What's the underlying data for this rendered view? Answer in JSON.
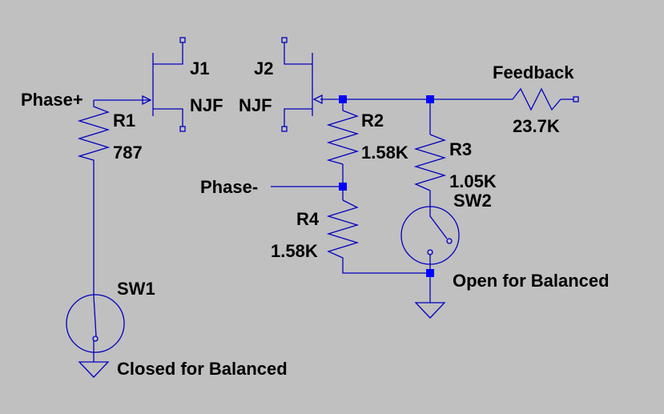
{
  "colors": {
    "background": "#c0c0c0",
    "wire": "#0000c0",
    "node": "#0000ff",
    "text": "#000000"
  },
  "labels": {
    "phase_plus": "Phase+",
    "phase_minus": "Phase-",
    "feedback": "Feedback",
    "closed_for_balanced": "Closed for Balanced",
    "open_for_balanced": "Open for Balanced"
  },
  "components": {
    "j1": {
      "name": "J1",
      "type": "NJF"
    },
    "j2": {
      "name": "J2",
      "type": "NJF"
    },
    "r1": {
      "name": "R1",
      "value": "787"
    },
    "r2": {
      "name": "R2",
      "value": "1.58K"
    },
    "r3": {
      "name": "R3",
      "value": "1.05K"
    },
    "r4": {
      "name": "R4",
      "value": "1.58K"
    },
    "r_feedback": {
      "value": "23.7K"
    },
    "sw1": {
      "name": "SW1"
    },
    "sw2": {
      "name": "SW2"
    }
  }
}
